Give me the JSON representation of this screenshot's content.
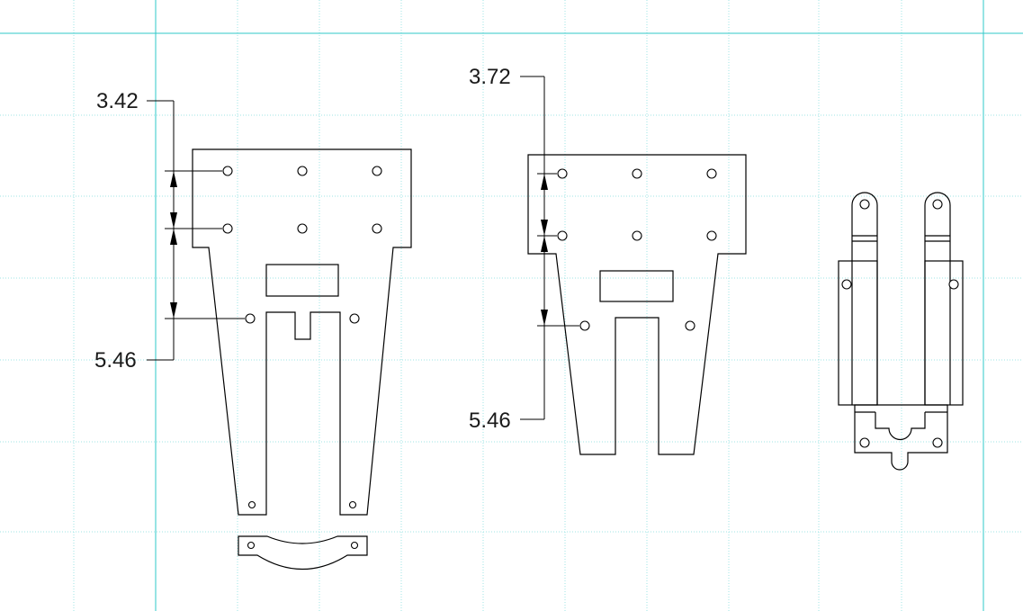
{
  "drawing": {
    "background_color": "#ffffff",
    "grid_color": "#46d3d3",
    "line_color": "#000000",
    "dimensions": {
      "left_plate_top": "3.42",
      "left_plate_bottom": "5.46",
      "middle_plate_top": "3.72",
      "middle_plate_bottom": "5.46"
    }
  }
}
